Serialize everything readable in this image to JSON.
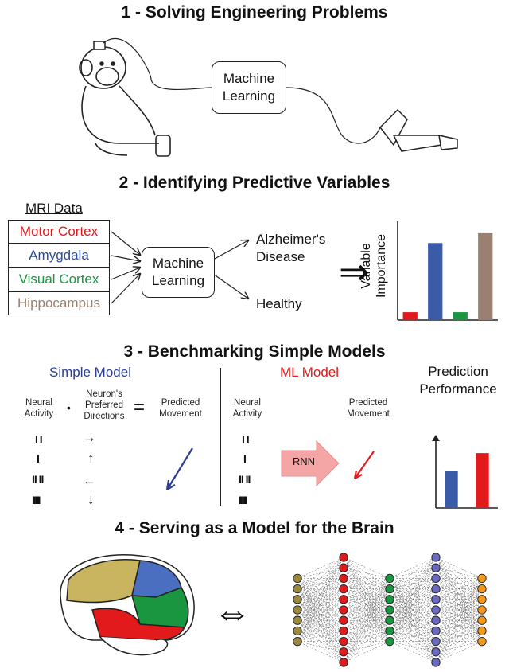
{
  "sections": {
    "s1": {
      "title": "1 - Solving Engineering Problems",
      "ml_box": "Machine\nLearning"
    },
    "s2": {
      "title": "2 - Identifying Predictive Variables",
      "mri_header": "MRI Data",
      "mri_items": [
        {
          "label": "Motor Cortex",
          "color": "#e31a1c"
        },
        {
          "label": "Amygdala",
          "color": "#2b4ea2"
        },
        {
          "label": "Visual Cortex",
          "color": "#1a9641"
        },
        {
          "label": "Hippocampus",
          "color": "#9a8070"
        }
      ],
      "ml_box": "Machine\nLearning",
      "outputs": [
        "Alzheimer's\nDisease",
        "Healthy"
      ],
      "implies_symbol": "⇒",
      "chart_ylabel": "Variable\nImportance"
    },
    "s3": {
      "title": "3 - Benchmarking Simple Models",
      "simple_title": "Simple Model",
      "ml_title": "ML Model",
      "neural_activity": "Neural\nActivity",
      "dot": "•",
      "preferred_directions": "Neuron's\nPreferred\nDirections",
      "equals": "=",
      "predicted_movement": "Predicted\nMovement",
      "rnn_label": "RNN",
      "perf_title": "Prediction\nPerformance",
      "spikes": [
        "I I",
        "I",
        "II II",
        "IIIII"
      ],
      "arrows": [
        "→",
        "↑",
        "←",
        "↓"
      ]
    },
    "s4": {
      "title": "4 - Serving as a Model for the Brain",
      "equiv_symbol": "⇔"
    }
  },
  "colors": {
    "red": "#e31a1c",
    "blue": "#3a5ba8",
    "green": "#1a9641",
    "brown": "#9a8070",
    "olive": "#9a8a40",
    "purple": "#6a6ac0",
    "orange": "#f39a1e"
  },
  "chart_data": [
    {
      "type": "bar",
      "categories": [
        "Motor Cortex",
        "Amygdala",
        "Visual Cortex",
        "Hippocampus"
      ],
      "values": [
        0.08,
        0.78,
        0.08,
        0.88
      ],
      "colors": [
        "#e31a1c",
        "#3a5ba8",
        "#1a9641",
        "#9a8070"
      ],
      "ylabel": "Variable Importance",
      "ylim": [
        0,
        1
      ]
    },
    {
      "type": "bar",
      "categories": [
        "Simple Model",
        "ML Model"
      ],
      "values": [
        0.55,
        0.82
      ],
      "colors": [
        "#3a5ba8",
        "#e31a1c"
      ],
      "title": "Prediction Performance",
      "ylim": [
        0,
        1
      ]
    }
  ]
}
